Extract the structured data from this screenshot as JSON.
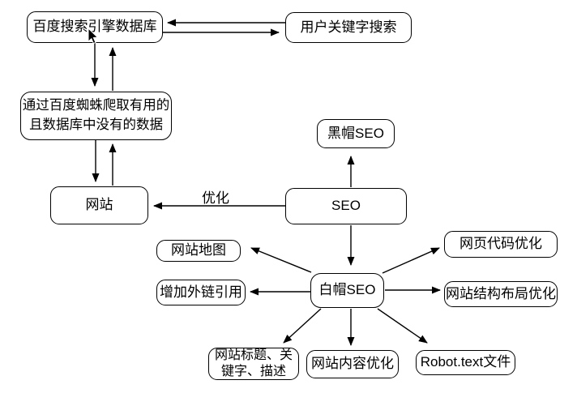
{
  "diagram": {
    "background_color": "#ffffff",
    "stroke_color": "#000000",
    "text_color": "#000000",
    "node_fill": "#ffffff",
    "nodes": {
      "baidu_db": {
        "label": "百度搜索引擎数据库"
      },
      "user_search": {
        "label": "用户关键字搜索"
      },
      "spider": {
        "label": "通过百度蜘蛛爬取有用的\n且数据库中没有的数据"
      },
      "website": {
        "label": "网站"
      },
      "black_hat": {
        "label": "黑帽SEO"
      },
      "seo": {
        "label": "SEO"
      },
      "sitemap": {
        "label": "网站地图"
      },
      "external_links": {
        "label": "增加外链引用"
      },
      "white_hat": {
        "label": "白帽SEO"
      },
      "page_code": {
        "label": "网页代码优化"
      },
      "structure_layout": {
        "label": "网站结构布局优化"
      },
      "title_keywords": {
        "label": "网站标题、关\n键字、描述"
      },
      "content_opt": {
        "label": "网站内容优化"
      },
      "robot_file": {
        "label": "Robot.text文件"
      }
    },
    "edge_labels": {
      "optimize": "优化"
    },
    "edges": [
      {
        "from": "user_search",
        "to": "baidu_db"
      },
      {
        "from": "baidu_db",
        "to": "user_search"
      },
      {
        "from": "baidu_db",
        "to": "spider"
      },
      {
        "from": "spider",
        "to": "baidu_db"
      },
      {
        "from": "spider",
        "to": "website"
      },
      {
        "from": "website",
        "to": "spider"
      },
      {
        "from": "seo",
        "to": "website",
        "label": "优化"
      },
      {
        "from": "seo",
        "to": "black_hat"
      },
      {
        "from": "seo",
        "to": "white_hat"
      },
      {
        "from": "white_hat",
        "to": "sitemap"
      },
      {
        "from": "white_hat",
        "to": "external_links"
      },
      {
        "from": "white_hat",
        "to": "page_code"
      },
      {
        "from": "white_hat",
        "to": "structure_layout"
      },
      {
        "from": "white_hat",
        "to": "title_keywords"
      },
      {
        "from": "white_hat",
        "to": "content_opt"
      },
      {
        "from": "white_hat",
        "to": "robot_file"
      }
    ],
    "icons": {
      "cursor": "mouse-arrow-pointer"
    }
  }
}
